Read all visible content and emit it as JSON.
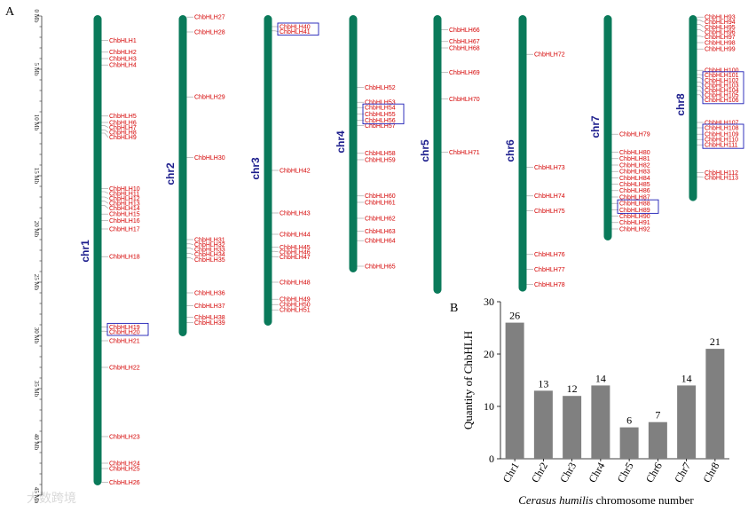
{
  "panel_a_label": "A",
  "panel_b_label": "B",
  "watermark": "大数跨境",
  "scale": {
    "unit": "Mb",
    "ticks": [
      "0 Mb",
      "5 Mb",
      "10 Mb",
      "15 Mb",
      "20 Mb",
      "25 Mb",
      "30 Mb",
      "35 Mb",
      "40 Mb",
      "45 Mb"
    ]
  },
  "chromosomes": [
    {
      "name": "chr1",
      "length_mb": 44,
      "genes": [
        {
          "id": "ChbHLH1",
          "pos": 2.3
        },
        {
          "id": "ChbHLH2",
          "pos": 3.4
        },
        {
          "id": "ChbHLH3",
          "pos": 4.0
        },
        {
          "id": "ChbHLH4",
          "pos": 4.6
        },
        {
          "id": "ChbHLH5",
          "pos": 9.4
        },
        {
          "id": "ChbHLH6",
          "pos": 10.0
        },
        {
          "id": "ChbHLH7",
          "pos": 10.3
        },
        {
          "id": "ChbHLH8",
          "pos": 10.7
        },
        {
          "id": "ChbHLH9",
          "pos": 11.0
        },
        {
          "id": "ChbHLH10",
          "pos": 16.2
        },
        {
          "id": "ChbHLH11",
          "pos": 16.5
        },
        {
          "id": "ChbHLH12",
          "pos": 17.0
        },
        {
          "id": "ChbHLH13",
          "pos": 17.4
        },
        {
          "id": "ChbHLH14",
          "pos": 17.8
        },
        {
          "id": "ChbHLH15",
          "pos": 18.6
        },
        {
          "id": "ChbHLH16",
          "pos": 19.2
        },
        {
          "id": "ChbHLH17",
          "pos": 20.0
        },
        {
          "id": "ChbHLH18",
          "pos": 22.6
        },
        {
          "id": "ChbHLH19",
          "pos": 29.2
        },
        {
          "id": "ChbHLH20",
          "pos": 29.6
        },
        {
          "id": "ChbHLH21",
          "pos": 30.5
        },
        {
          "id": "ChbHLH22",
          "pos": 33.0
        },
        {
          "id": "ChbHLH23",
          "pos": 39.5
        },
        {
          "id": "ChbHLH24",
          "pos": 42.0
        },
        {
          "id": "ChbHLH25",
          "pos": 42.5
        },
        {
          "id": "ChbHLH26",
          "pos": 43.8
        }
      ]
    },
    {
      "name": "chr2",
      "length_mb": 30,
      "genes": [
        {
          "id": "ChbHLH27",
          "pos": 0.1
        },
        {
          "id": "ChbHLH28",
          "pos": 1.5
        },
        {
          "id": "ChbHLH29",
          "pos": 7.6
        },
        {
          "id": "ChbHLH30",
          "pos": 13.3
        },
        {
          "id": "ChbHLH31",
          "pos": 21.0
        },
        {
          "id": "ChbHLH32",
          "pos": 21.4
        },
        {
          "id": "ChbHLH33",
          "pos": 21.8
        },
        {
          "id": "ChbHLH34",
          "pos": 22.3
        },
        {
          "id": "ChbHLH35",
          "pos": 22.7
        },
        {
          "id": "ChbHLH36",
          "pos": 26.0
        },
        {
          "id": "ChbHLH37",
          "pos": 27.2
        },
        {
          "id": "ChbHLH38",
          "pos": 28.3
        },
        {
          "id": "ChbHLH39",
          "pos": 28.8
        }
      ]
    },
    {
      "name": "chr3",
      "length_mb": 29,
      "genes": [
        {
          "id": "ChbHLH40",
          "pos": 1.0
        },
        {
          "id": "ChbHLH41",
          "pos": 1.4
        },
        {
          "id": "ChbHLH42",
          "pos": 14.5
        },
        {
          "id": "ChbHLH43",
          "pos": 18.5
        },
        {
          "id": "ChbHLH44",
          "pos": 20.5
        },
        {
          "id": "ChbHLH45",
          "pos": 21.7
        },
        {
          "id": "ChbHLH46",
          "pos": 22.1
        },
        {
          "id": "ChbHLH47",
          "pos": 22.6
        },
        {
          "id": "ChbHLH48",
          "pos": 25.0
        },
        {
          "id": "ChbHLH49",
          "pos": 26.6
        },
        {
          "id": "ChbHLH50",
          "pos": 27.1
        },
        {
          "id": "ChbHLH51",
          "pos": 27.6
        }
      ]
    },
    {
      "name": "chr4",
      "length_mb": 24,
      "genes": [
        {
          "id": "ChbHLH52",
          "pos": 6.7
        },
        {
          "id": "ChbHLH53",
          "pos": 8.1
        },
        {
          "id": "ChbHLH54",
          "pos": 8.6
        },
        {
          "id": "ChbHLH55",
          "pos": 9.2
        },
        {
          "id": "ChbHLH56",
          "pos": 9.8
        },
        {
          "id": "ChbHLH57",
          "pos": 10.3
        },
        {
          "id": "ChbHLH58",
          "pos": 12.9
        },
        {
          "id": "ChbHLH59",
          "pos": 13.5
        },
        {
          "id": "ChbHLH60",
          "pos": 16.9
        },
        {
          "id": "ChbHLH61",
          "pos": 17.5
        },
        {
          "id": "ChbHLH62",
          "pos": 19.0
        },
        {
          "id": "ChbHLH63",
          "pos": 20.2
        },
        {
          "id": "ChbHLH64",
          "pos": 21.1
        },
        {
          "id": "ChbHLH65",
          "pos": 23.5
        }
      ]
    },
    {
      "name": "chr5",
      "length_mb": 26,
      "genes": [
        {
          "id": "ChbHLH66",
          "pos": 1.3
        },
        {
          "id": "ChbHLH67",
          "pos": 2.4
        },
        {
          "id": "ChbHLH68",
          "pos": 3.0
        },
        {
          "id": "ChbHLH69",
          "pos": 5.3
        },
        {
          "id": "ChbHLH70",
          "pos": 7.8
        },
        {
          "id": "ChbHLH71",
          "pos": 12.8
        }
      ]
    },
    {
      "name": "chr6",
      "length_mb": 25.8,
      "genes": [
        {
          "id": "ChbHLH72",
          "pos": 3.6
        },
        {
          "id": "ChbHLH73",
          "pos": 14.2
        },
        {
          "id": "ChbHLH74",
          "pos": 16.9
        },
        {
          "id": "ChbHLH75",
          "pos": 18.3
        },
        {
          "id": "ChbHLH76",
          "pos": 22.4
        },
        {
          "id": "ChbHLH77",
          "pos": 23.8
        },
        {
          "id": "ChbHLH78",
          "pos": 25.2
        }
      ]
    },
    {
      "name": "chr7",
      "length_mb": 21,
      "genes": [
        {
          "id": "ChbHLH79",
          "pos": 11.1
        },
        {
          "id": "ChbHLH80",
          "pos": 12.8
        },
        {
          "id": "ChbHLH81",
          "pos": 13.4
        },
        {
          "id": "ChbHLH82",
          "pos": 14.0
        },
        {
          "id": "ChbHLH83",
          "pos": 14.6
        },
        {
          "id": "ChbHLH84",
          "pos": 15.2
        },
        {
          "id": "ChbHLH85",
          "pos": 15.8
        },
        {
          "id": "ChbHLH86",
          "pos": 16.4
        },
        {
          "id": "ChbHLH87",
          "pos": 17.0
        },
        {
          "id": "ChbHLH88",
          "pos": 17.6
        },
        {
          "id": "ChbHLH89",
          "pos": 18.2
        },
        {
          "id": "ChbHLH90",
          "pos": 18.8
        },
        {
          "id": "ChbHLH91",
          "pos": 19.4
        },
        {
          "id": "ChbHLH92",
          "pos": 20.0
        }
      ]
    },
    {
      "name": "chr8",
      "length_mb": 17.3,
      "genes": [
        {
          "id": "ChbHLH93",
          "pos": 0.1
        },
        {
          "id": "ChbHLH94",
          "pos": 0.4
        },
        {
          "id": "ChbHLH95",
          "pos": 0.8
        },
        {
          "id": "ChbHLH96",
          "pos": 1.3
        },
        {
          "id": "ChbHLH97",
          "pos": 1.9
        },
        {
          "id": "ChbHLH98",
          "pos": 2.5
        },
        {
          "id": "ChbHLH99",
          "pos": 3.1
        },
        {
          "id": "ChbHLH100",
          "pos": 5.1
        },
        {
          "id": "ChbHLH101",
          "pos": 5.5
        },
        {
          "id": "ChbHLH102",
          "pos": 5.8
        },
        {
          "id": "ChbHLH103",
          "pos": 6.2
        },
        {
          "id": "ChbHLH104",
          "pos": 6.6
        },
        {
          "id": "ChbHLH105",
          "pos": 7.0
        },
        {
          "id": "ChbHLH106",
          "pos": 7.4
        },
        {
          "id": "ChbHLH107",
          "pos": 10.0
        },
        {
          "id": "ChbHLH108",
          "pos": 10.5
        },
        {
          "id": "ChbHLH109",
          "pos": 11.1
        },
        {
          "id": "ChbHLH110",
          "pos": 11.6
        },
        {
          "id": "ChbHLH111",
          "pos": 12.1
        },
        {
          "id": "ChbHLH112",
          "pos": 14.7
        },
        {
          "id": "ChbHLH113",
          "pos": 15.1
        }
      ]
    }
  ],
  "tandem_duplication_boxes": [
    [
      "ChbHLH19",
      "ChbHLH20"
    ],
    [
      "ChbHLH40",
      "ChbHLH41"
    ],
    [
      "ChbHLH54",
      "ChbHLH55",
      "ChbHLH56"
    ],
    [
      "ChbHLH88",
      "ChbHLH89"
    ],
    [
      "ChbHLH101",
      "ChbHLH102",
      "ChbHLH103",
      "ChbHLH104",
      "ChbHLH105",
      "ChbHLH106"
    ],
    [
      "ChbHLH108",
      "ChbHLH109",
      "ChbHLH110",
      "ChbHLH111"
    ]
  ],
  "colors": {
    "chromosome": "#0a7a5a",
    "gene_label": "#d40000",
    "chromosome_label": "#1b1c8c",
    "duplication_box": "#1d1db5",
    "bar": "#808080"
  },
  "chart_data": {
    "type": "bar",
    "categories": [
      "Chr1",
      "Chr2",
      "Chr3",
      "Chr4",
      "Chr5",
      "Chr6",
      "Chr7",
      "Chr8"
    ],
    "values": [
      26,
      13,
      12,
      14,
      6,
      7,
      14,
      21
    ],
    "ylabel": "Quantity of ChbHLH",
    "xlabel_italic": "Cerasus humilis",
    "xlabel_rest": "chromosome number",
    "ylim": [
      0,
      30
    ],
    "yticks": [
      "0",
      "10",
      "20",
      "30"
    ],
    "grid": false
  }
}
